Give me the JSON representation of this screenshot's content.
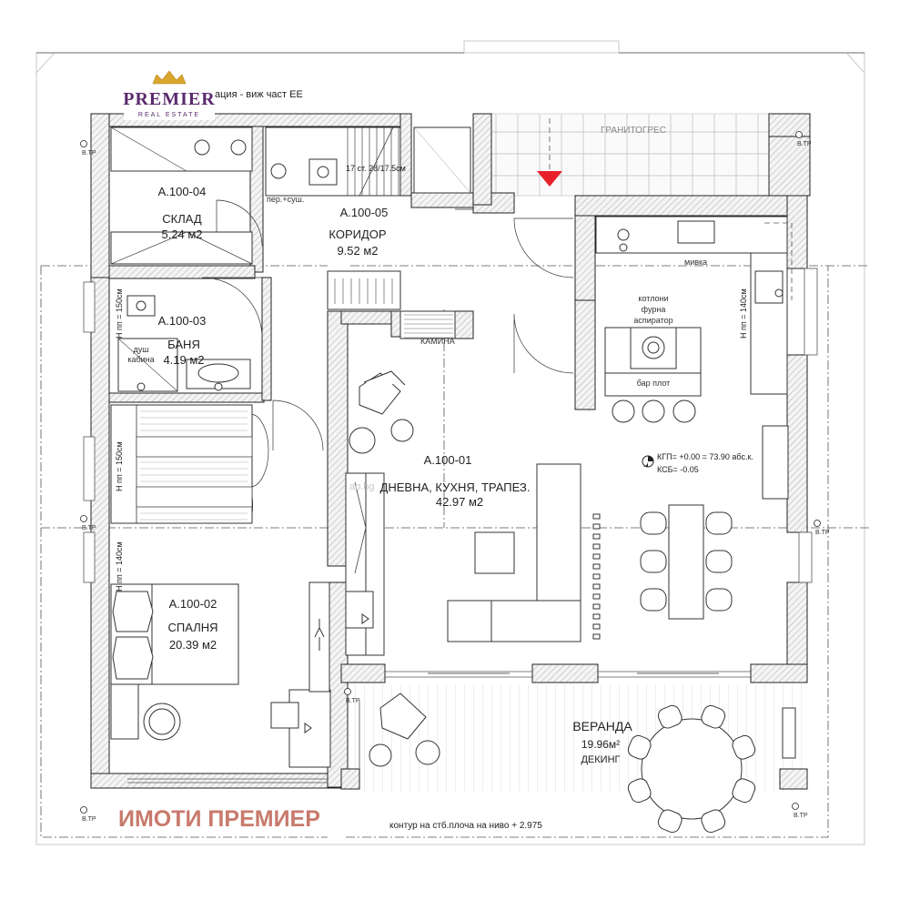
{
  "logo": {
    "title": "PREMIER",
    "subtitle": "REAL ESTATE"
  },
  "header_note": "ация - виж част ЕЕ",
  "rooms": [
    {
      "code": "A.100-04",
      "name": "СКЛАД",
      "area": "5.24 м2"
    },
    {
      "code": "A.100-05",
      "name": "КОРИДОР",
      "area": "9.52 м2"
    },
    {
      "code": "A.100-03",
      "name": "БАНЯ",
      "area": "4.19 м2"
    },
    {
      "code": "A.100-01",
      "name": "ДНЕВНА, КУХНЯ, ТРАПЕЗ.",
      "area": "42.97 м2"
    },
    {
      "code": "A.100-02",
      "name": "СПАЛНЯ",
      "area": "20.39 м2"
    }
  ],
  "veranda": {
    "name": "ВЕРАНДА",
    "area": "19.96м²",
    "finish": "ДЕКИНГ"
  },
  "annotations": {
    "granite": "ГРАНИТОГРЕС",
    "stairs": "17 ст. 28/17.5см",
    "washer": "пер.+суш.",
    "fireplace": "КАМИНА",
    "sink": "мивка",
    "hob": "котлони",
    "oven": "фурна",
    "hood": "аспиратор",
    "bar": "бар плот",
    "shower_1": "душ",
    "shower_2": "кабина",
    "level_1": "КГП= +0.00 = 73.90 абс.к.",
    "level_2": "КСБ= -0.05",
    "window_150_a": "H пп = 150см",
    "window_150_b": "H пп = 150см",
    "window_140_a": "H пп = 140см",
    "window_140_b": "H пп = 140см",
    "contour": "контур на стб.плоча на ниво + 2.975",
    "site": "ap.bg",
    "vtr": "В.ТР"
  },
  "watermark": "ИМОТИ ПРЕМИЕР"
}
